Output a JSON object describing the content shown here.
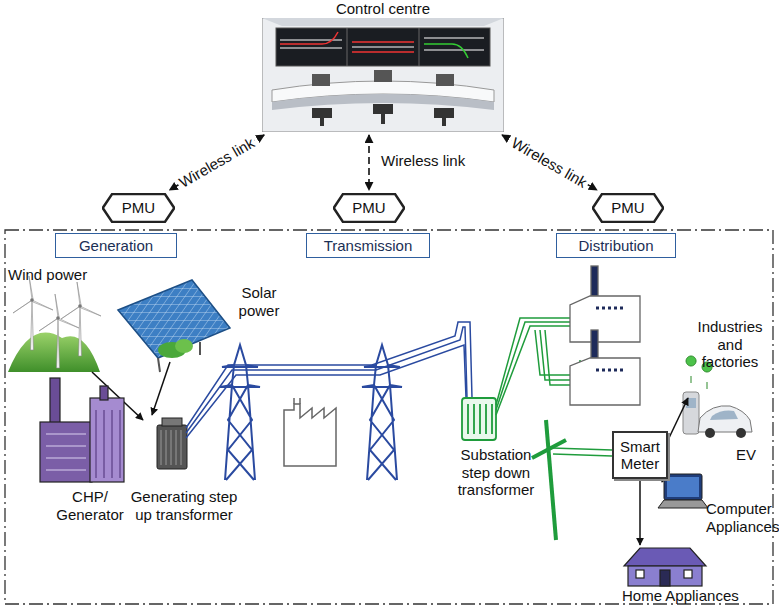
{
  "diagram": {
    "nodes": [
      {
        "text": [
          "Control centre"
        ]
      },
      {
        "text": [
          "PMU"
        ]
      },
      {
        "text": [
          "PMU"
        ]
      },
      {
        "text": [
          "PMU"
        ]
      },
      {
        "text": [
          "Generation"
        ]
      },
      {
        "text": [
          "Transmission"
        ]
      },
      {
        "text": [
          "Distribution"
        ]
      },
      {
        "text": [
          "Smart Meter"
        ]
      }
    ],
    "edges": [
      {
        "from": 0,
        "to": 1,
        "arrow": "both",
        "label": "Wireless link"
      },
      {
        "from": 0,
        "to": 2,
        "arrow": "both",
        "label": "Wireless link"
      },
      {
        "from": 0,
        "to": 3,
        "arrow": "both",
        "label": "Wireless link"
      }
    ],
    "labels": [
      "Wind power",
      "Solar power",
      "CHP/ Generator",
      "Generating step up transformer",
      "Substation step down transformer",
      "Industries and factories",
      "EV",
      "Computer Appliances",
      "Home Appliances"
    ]
  }
}
